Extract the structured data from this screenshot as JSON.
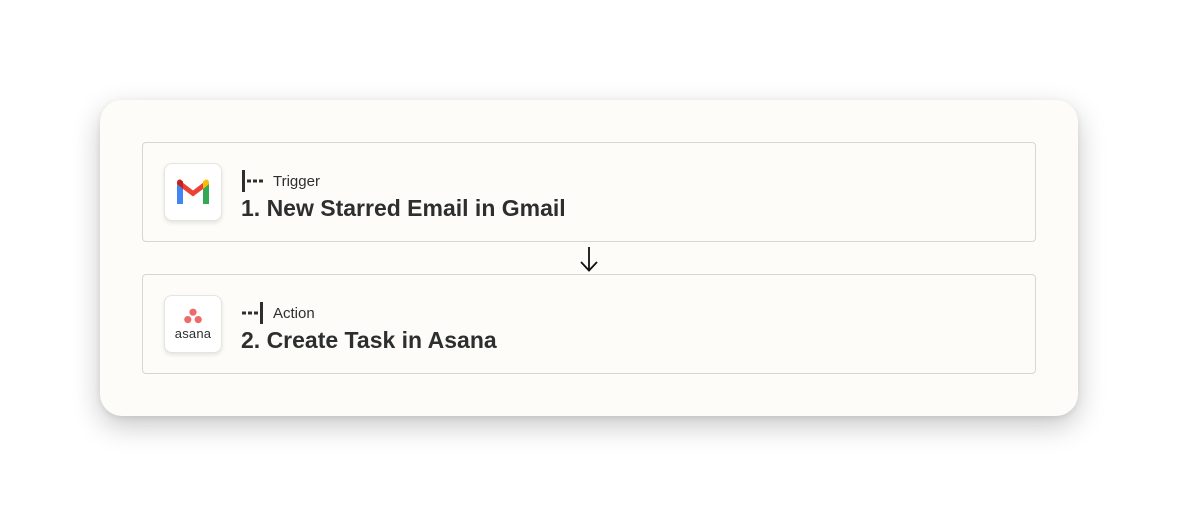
{
  "steps": [
    {
      "app": "Gmail",
      "icon": "gmail-logo-icon",
      "kind_label": "Trigger",
      "title": "1. New Starred Email in Gmail"
    },
    {
      "app": "Asana",
      "icon": "asana-logo-icon",
      "logo_text": "asana",
      "kind_label": "Action",
      "title": "2. Create Task in Asana"
    }
  ],
  "connector_icon": "arrow-down-icon",
  "colors": {
    "card_background": "#fdfcf8",
    "text": "#2d2e2e",
    "border": "#d8d6d0",
    "gmail_red": "#ea4335",
    "gmail_blue": "#4285f4",
    "gmail_green": "#34a853",
    "gmail_yellow": "#fbbc04",
    "asana_coral": "#f06a6a"
  }
}
